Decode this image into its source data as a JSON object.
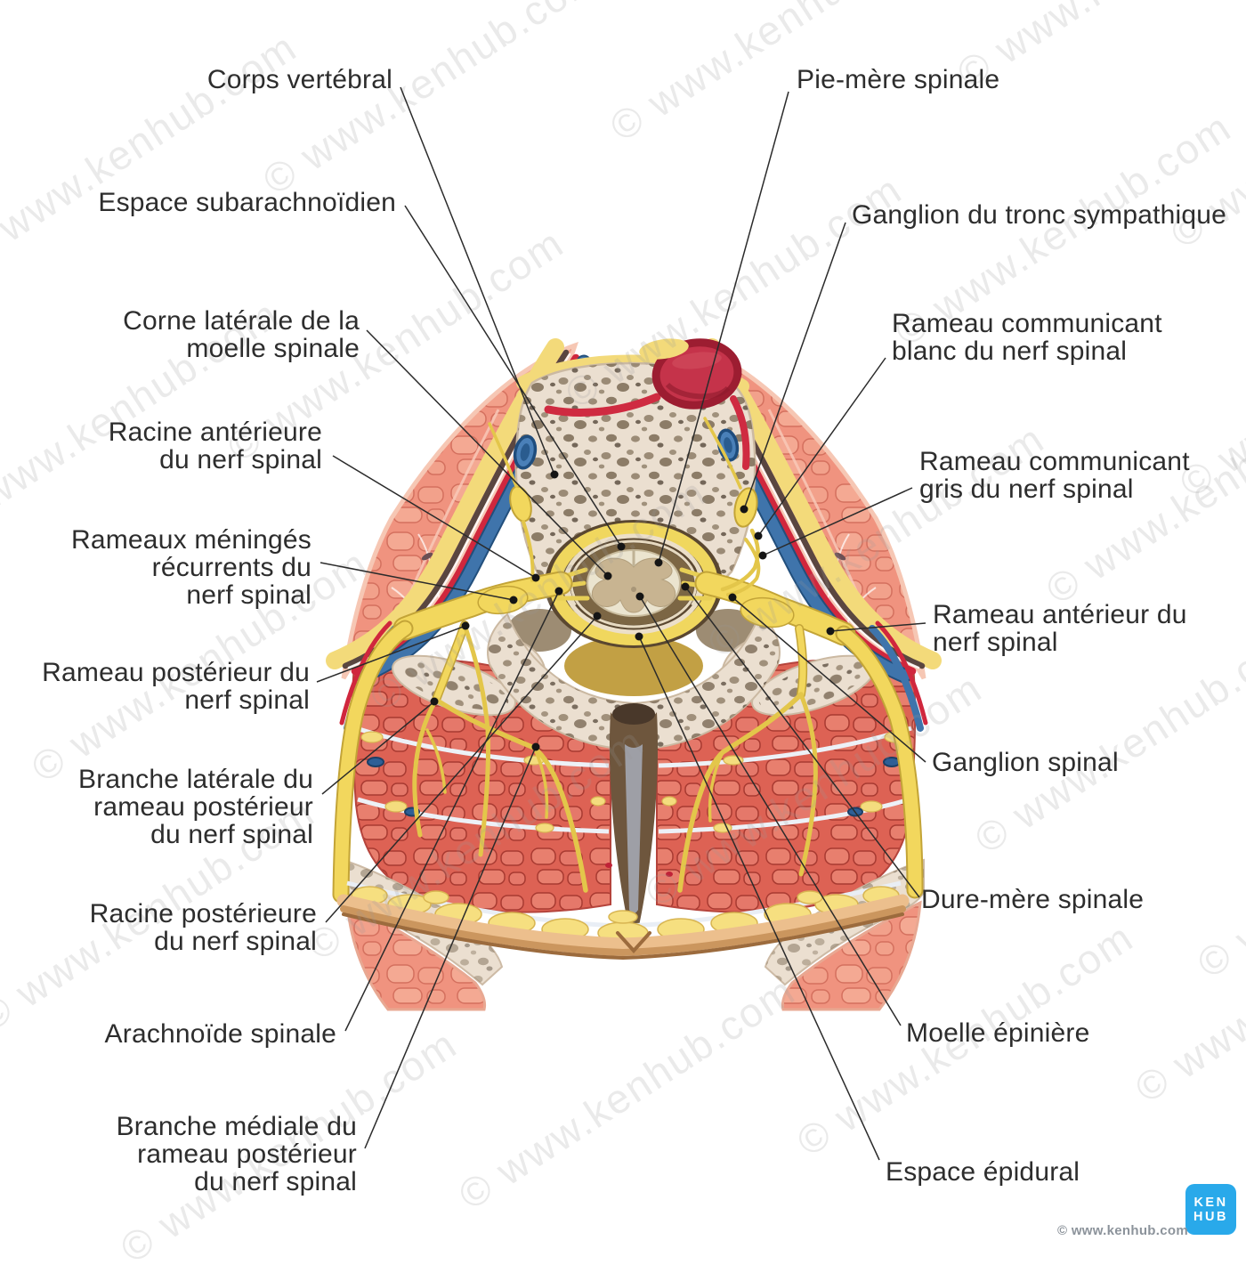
{
  "watermark": {
    "text": "© www.kenhub.com",
    "positions": [
      [
        -40,
        260
      ],
      [
        300,
        180
      ],
      [
        690,
        120
      ],
      [
        1080,
        60
      ],
      [
        1320,
        240
      ],
      [
        -60,
        560
      ],
      [
        260,
        480
      ],
      [
        640,
        420
      ],
      [
        1010,
        350
      ],
      [
        1330,
        520
      ],
      [
        40,
        840
      ],
      [
        420,
        760
      ],
      [
        800,
        700
      ],
      [
        1180,
        640
      ],
      [
        -20,
        1120
      ],
      [
        350,
        1040
      ],
      [
        730,
        980
      ],
      [
        1100,
        920
      ],
      [
        1350,
        1060
      ],
      [
        140,
        1380
      ],
      [
        520,
        1320
      ],
      [
        900,
        1260
      ],
      [
        1280,
        1200
      ]
    ]
  },
  "credit": "© www.kenhub.com",
  "logo": {
    "line1": "KEN",
    "line2": "HUB",
    "color": "#29a9ea"
  },
  "labels": {
    "left": [
      {
        "id": "corps-vertebral",
        "text": "Corps vertébral"
      },
      {
        "id": "espace-subarachnoidien",
        "text": "Espace subarachnoïdien"
      },
      {
        "id": "corne-laterale",
        "text": "Corne latérale de la\nmoelle spinale"
      },
      {
        "id": "racine-anterieure",
        "text": "Racine antérieure\ndu nerf spinal"
      },
      {
        "id": "rameaux-meninges",
        "text": "Rameaux méningés\nrécurrents du\nnerf spinal"
      },
      {
        "id": "rameau-posterieur",
        "text": "Rameau postérieur du\nnerf spinal"
      },
      {
        "id": "branche-laterale",
        "text": "Branche latérale du\nrameau postérieur\ndu nerf spinal"
      },
      {
        "id": "racine-posterieure",
        "text": "Racine postérieure\ndu nerf spinal"
      },
      {
        "id": "arachnoide",
        "text": "Arachnoïde spinale"
      },
      {
        "id": "branche-mediale",
        "text": "Branche médiale du\nrameau postérieur\ndu nerf spinal"
      }
    ],
    "right": [
      {
        "id": "pie-mere",
        "text": "Pie-mère spinale"
      },
      {
        "id": "ganglion-tronc-sympathique",
        "text": "Ganglion du tronc sympathique"
      },
      {
        "id": "rameau-communicant-blanc",
        "text": "Rameau communicant\nblanc du nerf spinal"
      },
      {
        "id": "rameau-communicant-gris",
        "text": "Rameau communicant\ngris du nerf spinal"
      },
      {
        "id": "rameau-anterieur",
        "text": "Rameau antérieur du\nnerf spinal"
      },
      {
        "id": "ganglion-spinal",
        "text": "Ganglion spinal"
      },
      {
        "id": "dure-mere",
        "text": "Dure-mère spinale"
      },
      {
        "id": "moelle-epiniere",
        "text": "Moelle épinière"
      },
      {
        "id": "espace-epidural",
        "text": "Espace épidural"
      }
    ]
  },
  "colors": {
    "muscle_upper": "#f0937f",
    "muscle_lower": "#dd6254",
    "bone": "#ebdfd0",
    "nerve_yellow": "#f2d75d",
    "fat_yellow": "#f3da7a",
    "artery_red": "#d0273d",
    "vein_blue": "#3f74ab",
    "dura_cream": "#ecdfc8",
    "cord_cream": "#ebe4cf",
    "gray_matter": "#c8b491",
    "label_text": "#2d2d2d"
  }
}
